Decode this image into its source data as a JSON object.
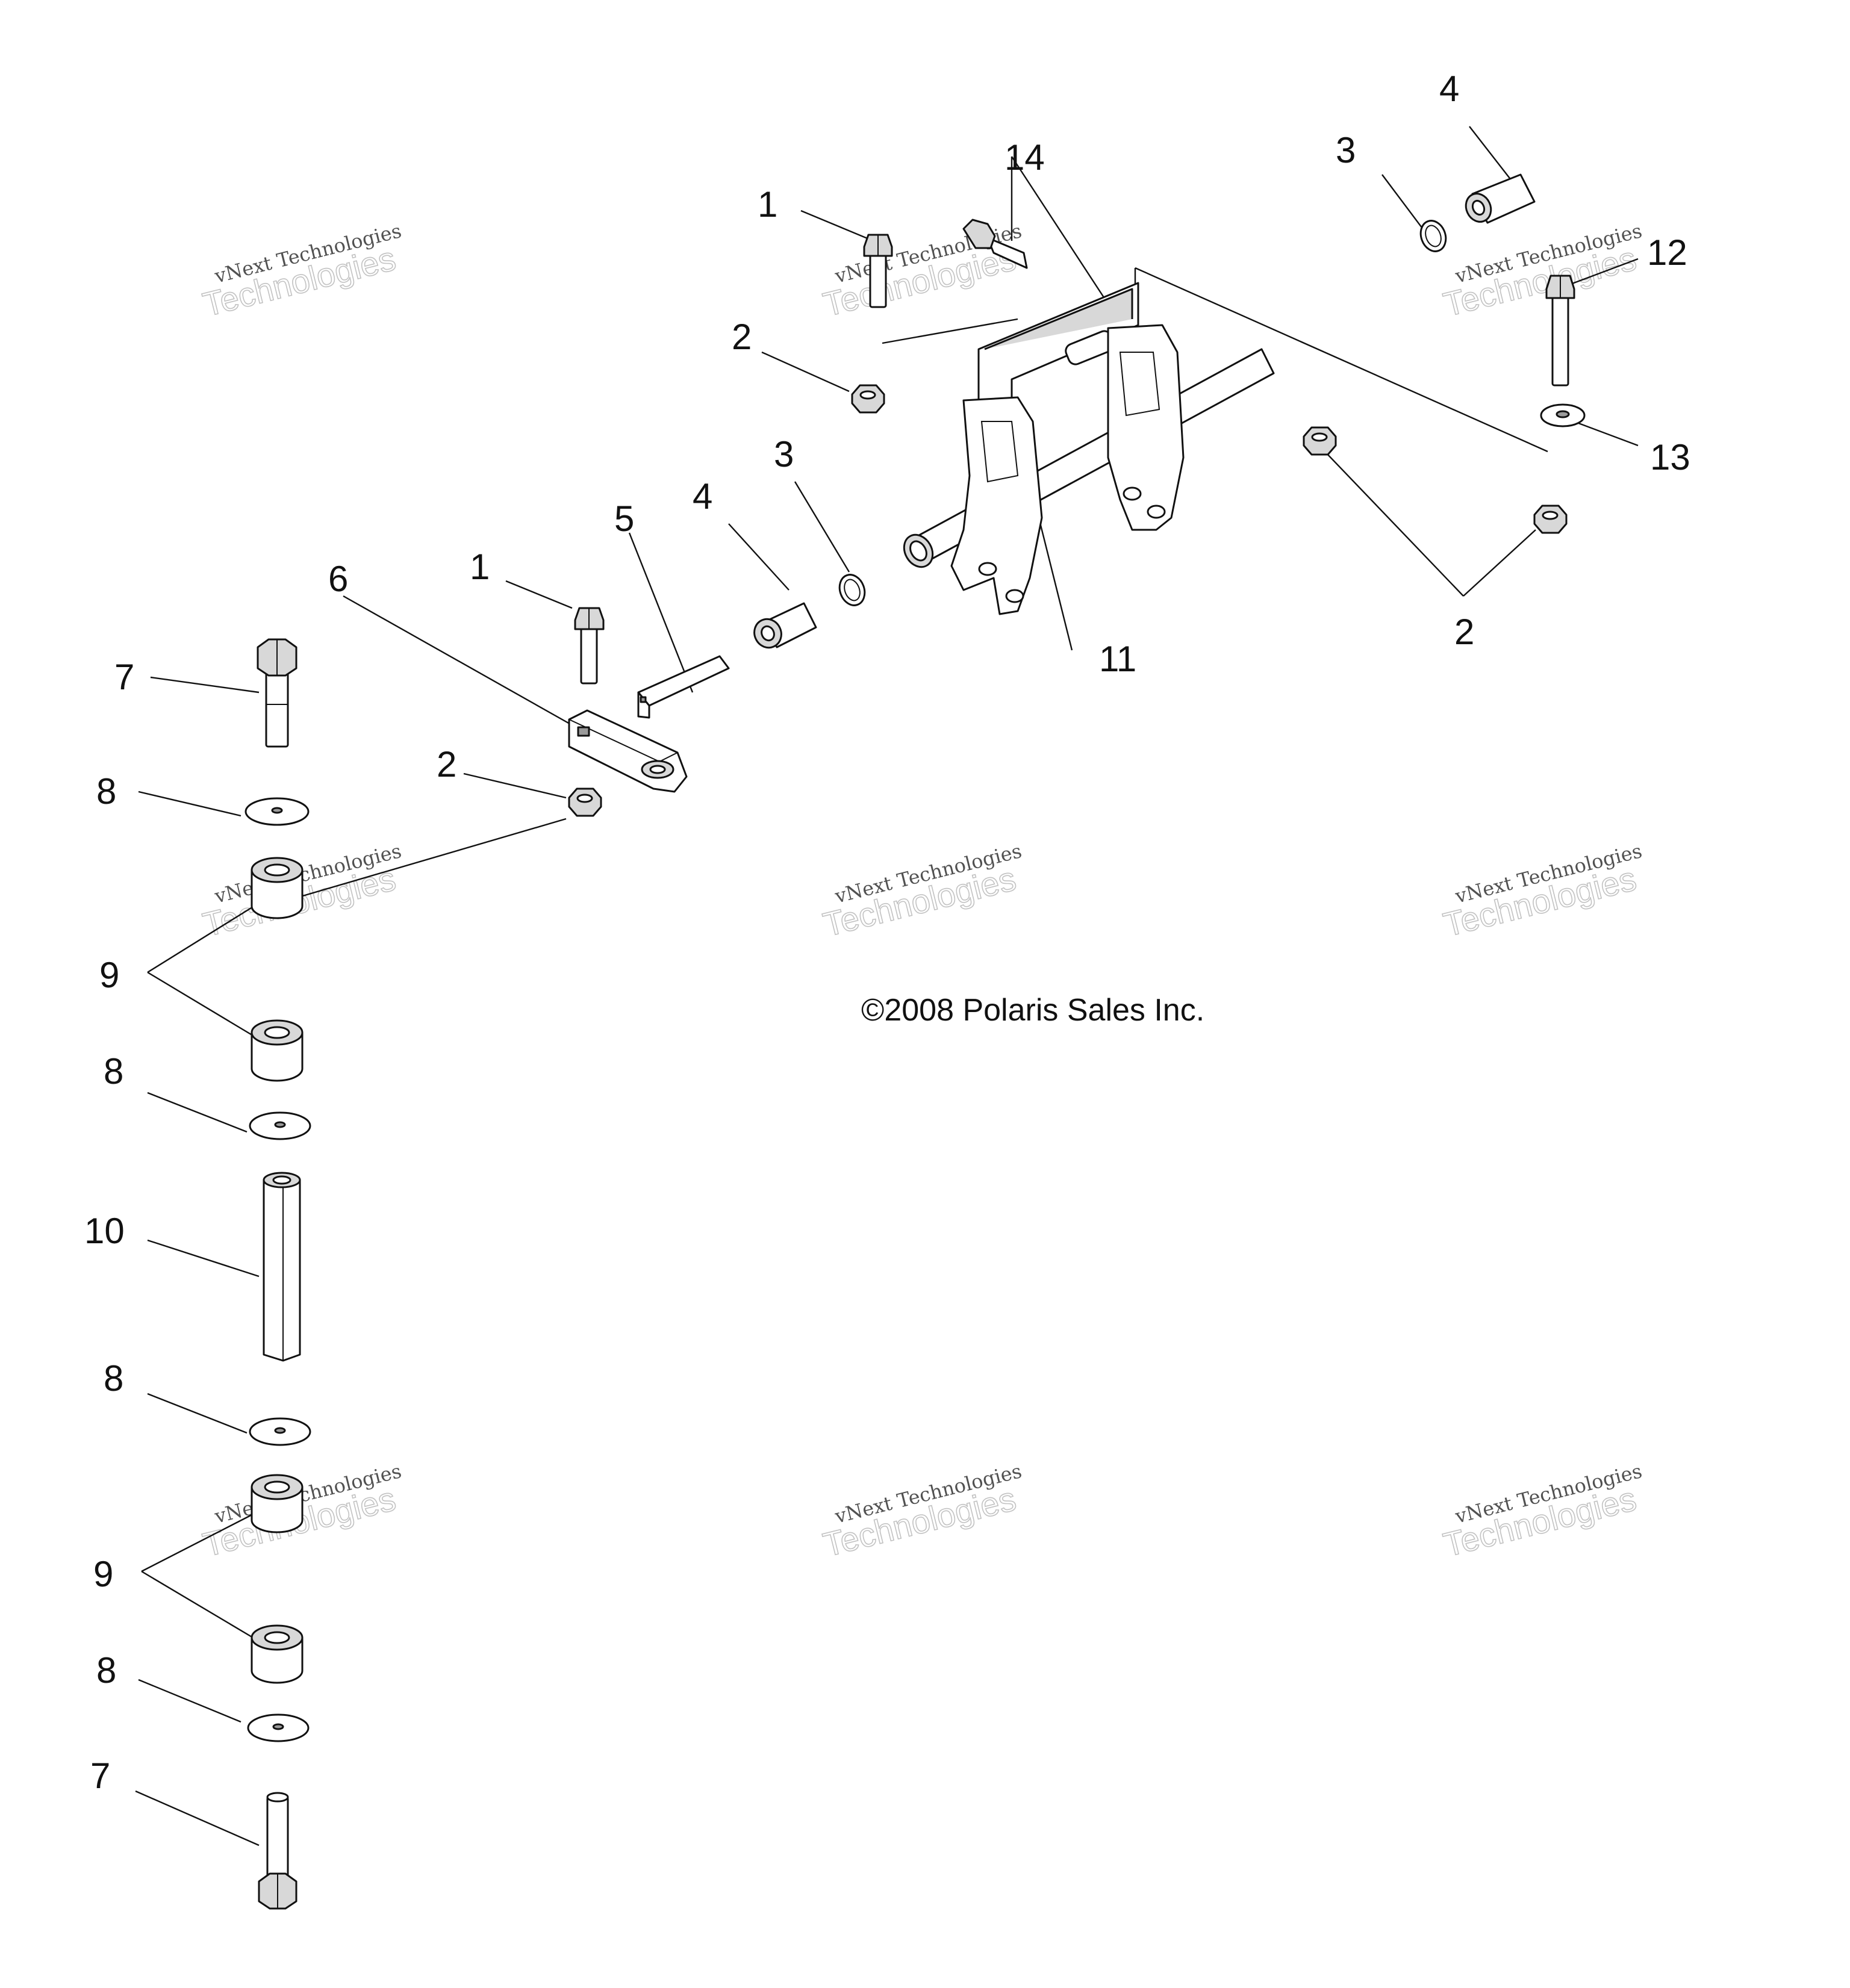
{
  "copyright": "©2008 Polaris Sales Inc.",
  "watermark": {
    "line1": "vNext Technologies",
    "line2": "Technologies"
  },
  "callouts": {
    "c1a": "1",
    "c1b": "1",
    "c2a": "2",
    "c2b": "2",
    "c2c": "2",
    "c3a": "3",
    "c3b": "3",
    "c4a": "4",
    "c4b": "4",
    "c5": "5",
    "c6": "6",
    "c7a": "7",
    "c7b": "7",
    "c8a": "8",
    "c8b": "8",
    "c8c": "8",
    "c8d": "8",
    "c9a": "9",
    "c9b": "9",
    "c10": "10",
    "c11": "11",
    "c12": "12",
    "c13": "13",
    "c14": "14"
  }
}
